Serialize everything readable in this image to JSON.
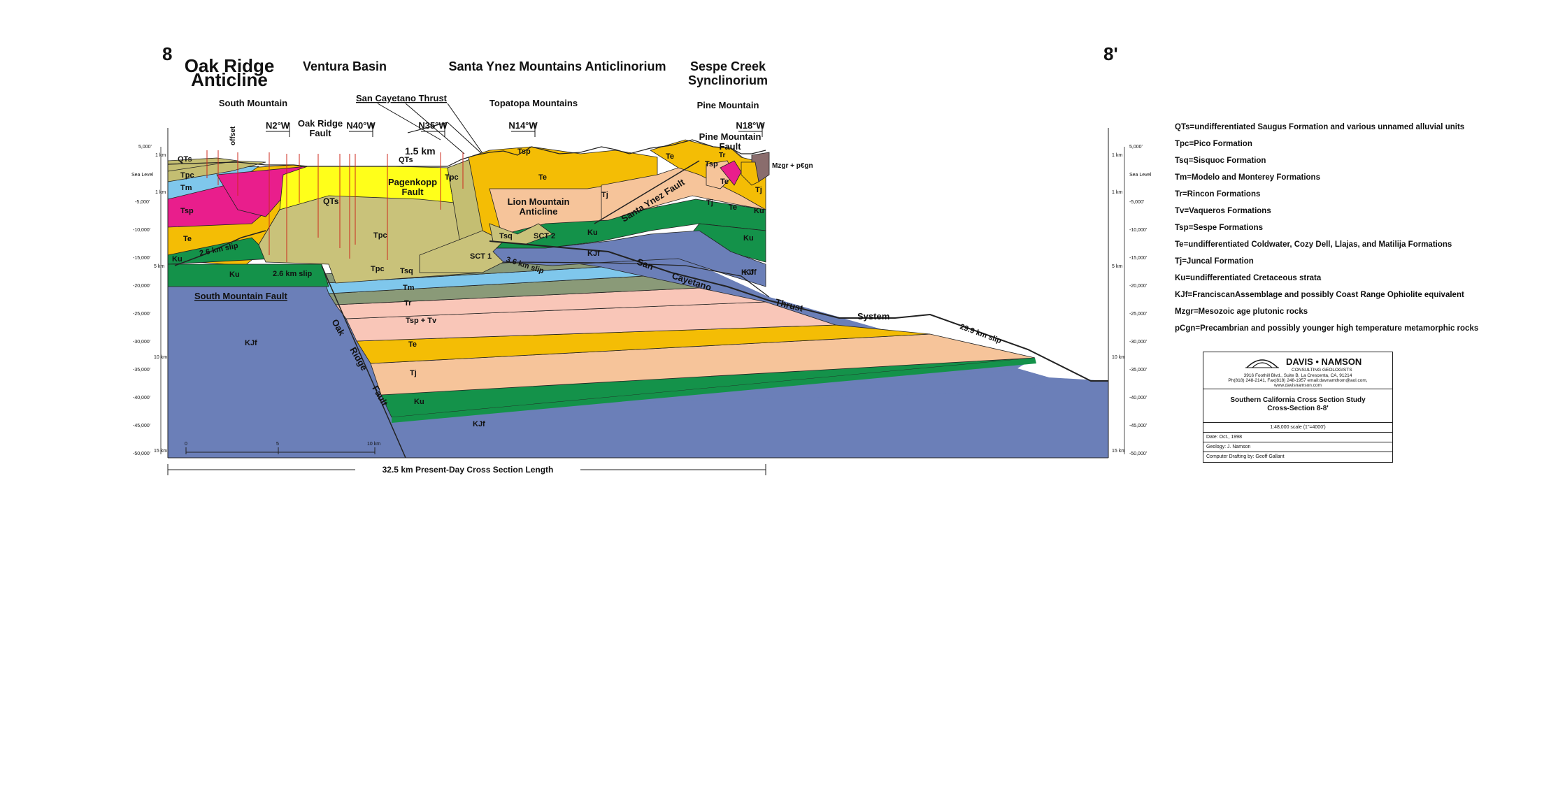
{
  "section": {
    "left_id": "8",
    "right_id": "8'"
  },
  "headers": [
    {
      "key": "oak",
      "text": "Oak Ridge\nAnticline"
    },
    {
      "key": "ventura",
      "text": "Ventura Basin"
    },
    {
      "key": "santa",
      "text": "Santa  Ynez  Mountains  Anticlinorium"
    },
    {
      "key": "sespe",
      "text": "Sespe Creek\nSynclinorium"
    }
  ],
  "sublabels": {
    "south_mountain": "South Mountain",
    "san_cayetano_thrust": "San Cayetano Thrust",
    "topatopa": "Topatopa Mountains",
    "pine_mountain": "Pine Mountain",
    "offset": "offset"
  },
  "strike_labels": [
    "N2°W",
    "N40°W",
    "N35°W",
    "N14°W",
    "N18°W"
  ],
  "scale_labels": {
    "left_top": "5,000'",
    "left_sea": "Sea Level",
    "left_1km_a": "1 km",
    "left_1km_b": "1 km",
    "right_top": "5,000'",
    "right_sea": "Sea Level",
    "right_1km_a": "1 km",
    "right_1km_b": "1 km",
    "ft_left": [
      "-5,000'",
      "-10,000'",
      "-15,000'",
      "-20,000'",
      "-25,000'",
      "-30,000'",
      "-35,000'",
      "-40,000'",
      "-45,000'",
      "-50,000'"
    ],
    "ft_right": [
      "-5,000'",
      "-10,000'",
      "-15,000'",
      "-20,000'",
      "-25,000'",
      "-30,000'",
      "-35,000'",
      "-40,000'",
      "-45,000'",
      "-50,000'"
    ],
    "km_left": [
      "5 km",
      "10 km",
      "15 km"
    ],
    "km_right": [
      "5 km",
      "10 km",
      "15 km"
    ],
    "bar": [
      "0",
      "5",
      "10 km"
    ]
  },
  "units": {
    "QTs_a": "QTs",
    "Tpc_a": "Tpc",
    "Tm_a": "Tm",
    "Tsp_a": "Tsp",
    "Te_a": "Te",
    "Ku_a": "Ku",
    "Ku_b": "Ku",
    "QTs_b": "QTs",
    "QTs_c": "QTs",
    "Tpc_b": "Tpc",
    "Tpc_c": "Tpc",
    "Tsq_a": "Tsq",
    "Tsq_b": "Tsq",
    "Tpc_d": "Tpc",
    "Tsp_b": "Tsp",
    "Te_b": "Te",
    "Te_c": "Te",
    "Tj_a": "Tj",
    "Tj_b": "Tj",
    "Ku_c": "Ku",
    "KJf_a": "KJf",
    "KJf_b": "KJf",
    "KJf_c": "KJf",
    "Te_d": "Te",
    "Tsp_c": "Tsp",
    "Tr_a": "Tr",
    "Tj_c": "Tj",
    "Tj_d": "Tj",
    "Ku_d": "Ku",
    "Ku_e": "Ku",
    "KJf_d": "KJf",
    "Mzgr": "Mzgr + p€gn",
    "Tm_b": "Tm",
    "Tr_b": "Tr",
    "TspTv": "Tsp + Tv",
    "Te_e": "Te",
    "Tj_e": "Tj",
    "Ku_f": "Ku",
    "KJf_e": "KJf",
    "Te_f": "Te"
  },
  "structures": {
    "oak_ridge_fault_top": "Oak Ridge\nFault",
    "pagenkopp": "Pagenkopp\nFault",
    "lion_mountain": "Lion Mountain\nAnticline",
    "pine_mountain_fault": "Pine Mountain\nFault",
    "santa_ynez_fault": "Santa Ynez  Fault",
    "south_mountain_fault": "South Mountain Fault",
    "oak_ridge_fault_low": [
      "Oak",
      "Ridge",
      "Fault"
    ],
    "sct1": "SCT 1",
    "sct2": "SCT 2",
    "san": "San",
    "cayetano": "Cayetano",
    "thrust": "Thrust",
    "system": "System",
    "slip_1_5": "1.5 km",
    "slip_2_6a": "2.6 km slip",
    "slip_2_6b": "2.6 km slip",
    "slip_3_6": "3.6 km slip",
    "slip_29_9": "29.9 km slip",
    "tj_small": "Tj",
    "tr_small": "Tr",
    "te_small": "Te"
  },
  "length_label": "32.5 km Present-Day Cross Section Length",
  "legend": [
    "QTs=undifferentiated Saugus Formation and various unnamed alluvial units",
    "Tpc=Pico Formation",
    "Tsq=Sisquoc Formation",
    "Tm=Modelo and Monterey Formations",
    "Tr=Rincon Formations",
    "Tv=Vaqueros Formations",
    "Tsp=Sespe Formations",
    "Te=undifferentiated Coldwater, Cozy Dell, Llajas, and Matilija Formations",
    "Tj=Juncal Formation",
    "Ku=undifferentiated Cretaceous strata",
    "KJf=FranciscanAssemblage and possibly Coast Range Ophiolite equivalent",
    "Mzgr=Mesozoic age plutonic rocks",
    "pCgn=Precambrian and possibly younger high temperature metamorphic rocks"
  ],
  "title_block": {
    "company": "DAVIS • NAMSON",
    "tagline": "CONSULTING GEOLOGISTS",
    "address": "3916 Foothill Blvd., Suite B, La Crescenta, CA, 91214",
    "contact": "Ph(818) 248-2141, Fax(818) 248-1957  email:davnamthom@aol.com,",
    "web": "www.davisnamson.com",
    "study": "Southern California Cross Section Study",
    "section": "Cross-Section 8-8'",
    "scale": "1:48,000 scale  (1\"=4000')",
    "date": "Date: Oct., 1998",
    "geology": "Geology: J. Namson",
    "drafting": "Computer Drafting by: Geoff Gallant"
  },
  "colors": {
    "KJf": "#6b7fb8",
    "Ku": "#14924a",
    "Tj": "#f6c49a",
    "Te": "#f4bd05",
    "Tsp": "#e91e8c",
    "Tm": "#7fc7ec",
    "Tr": "#f9c6b8",
    "Tsq": "#8a9a78",
    "Tpc": "#c4be72",
    "QTs": "#ffff1a",
    "basin": "#c9c27a",
    "Mzgr": "#8a6d6d"
  }
}
